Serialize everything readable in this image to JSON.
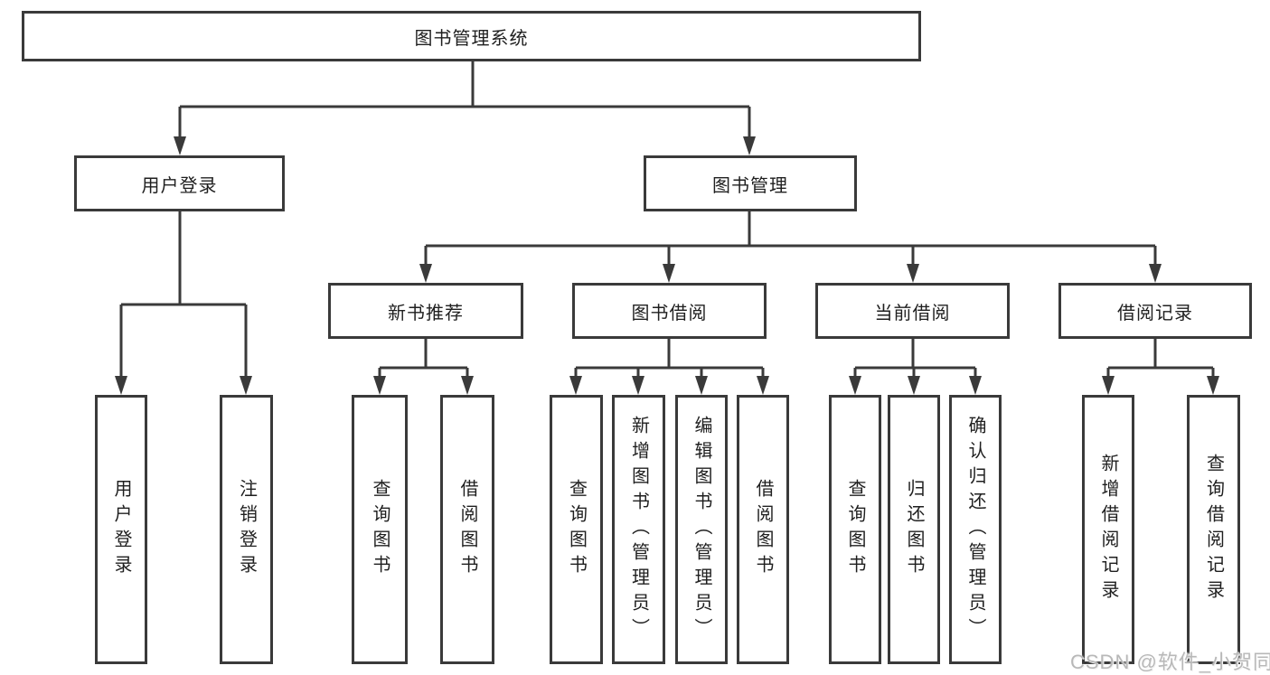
{
  "colors": {
    "line": "#3a3a3a",
    "text": "#1f1f1f",
    "watermark": "#b8b8b8",
    "background": "#ffffff"
  },
  "watermark": {
    "text": "CSDN @软件_小贺同学"
  },
  "chart_type": "hierarchy-diagram",
  "tree": {
    "label": "图书管理系统",
    "children": [
      {
        "label": "用户登录",
        "children": [
          {
            "label": "用户登录"
          },
          {
            "label": "注销登录"
          }
        ]
      },
      {
        "label": "图书管理",
        "children": [
          {
            "label": "新书推荐",
            "children": [
              {
                "label": "查询图书"
              },
              {
                "label": "借阅图书"
              }
            ]
          },
          {
            "label": "图书借阅",
            "children": [
              {
                "label": "查询图书"
              },
              {
                "label": "新增图书（管理员）"
              },
              {
                "label": "编辑图书（管理员）"
              },
              {
                "label": "借阅图书"
              }
            ]
          },
          {
            "label": "当前借阅",
            "children": [
              {
                "label": "查询图书"
              },
              {
                "label": "归还图书"
              },
              {
                "label": "确认归还（管理员）"
              }
            ]
          },
          {
            "label": "借阅记录",
            "children": [
              {
                "label": "新增借阅记录"
              },
              {
                "label": "查询借阅记录"
              }
            ]
          }
        ]
      }
    ]
  }
}
